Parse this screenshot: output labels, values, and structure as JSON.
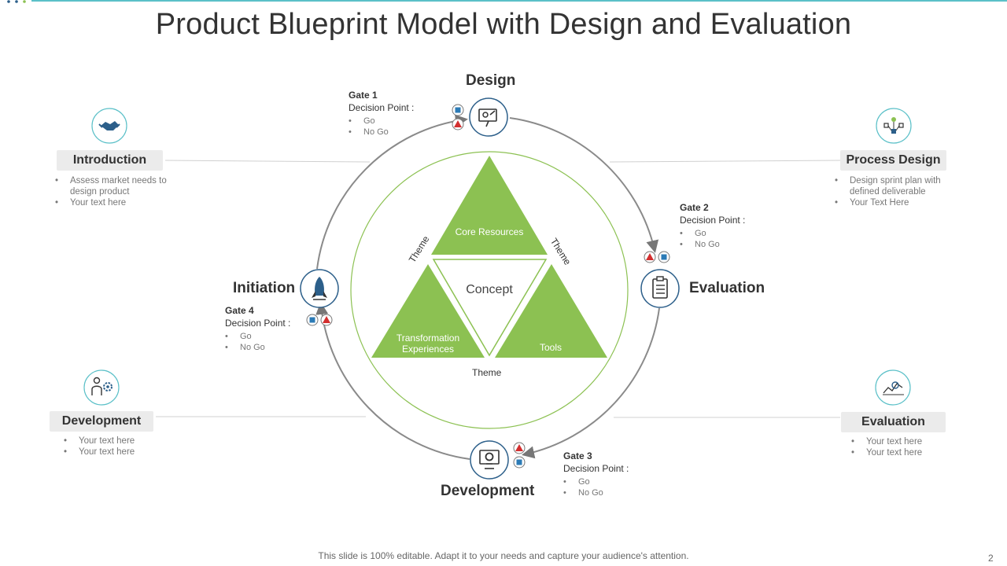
{
  "title": "Product Blueprint Model with Design and Evaluation",
  "colors": {
    "accent_green": "#8cc152",
    "ring_gray": "#8a8a8a",
    "icon_ring": "#2c5f8a",
    "teal_line": "#5bc0c8",
    "red_marker": "#d32f2f"
  },
  "stages": {
    "design": "Design",
    "evaluation": "Evaluation",
    "development": "Development",
    "initiation": "Initiation"
  },
  "gates": [
    {
      "title": "Gate 1",
      "label": "Decision Point :",
      "options": [
        "Go",
        "No Go"
      ]
    },
    {
      "title": "Gate 2",
      "label": "Decision Point :",
      "options": [
        "Go",
        "No Go"
      ]
    },
    {
      "title": "Gate 3",
      "label": "Decision Point :",
      "options": [
        "Go",
        "No Go"
      ]
    },
    {
      "title": "Gate 4",
      "label": "Decision Point :",
      "options": [
        "Go",
        "No Go"
      ]
    }
  ],
  "center": {
    "top": "Core Resources",
    "middle": "Concept",
    "left": "Transformation Experiences",
    "right": "Tools",
    "theme": "Theme"
  },
  "cards": {
    "introduction": {
      "title": "Introduction",
      "items": [
        "Assess market needs to design product",
        "Your text here"
      ],
      "icon": "handshake-icon"
    },
    "process_design": {
      "title": "Process Design",
      "items": [
        "Design sprint plan with defined deliverable",
        "Your Text Here"
      ],
      "icon": "network-icon"
    },
    "development": {
      "title": "Development",
      "items": [
        "Your text here",
        "Your text here"
      ],
      "icon": "gear-head-icon"
    },
    "evaluation": {
      "title": "Evaluation",
      "items": [
        "Your text here",
        "Your text here"
      ],
      "icon": "chart-icon"
    }
  },
  "footer": "This slide is 100% editable. Adapt it to your needs and capture your audience's attention.",
  "page_number": "2"
}
